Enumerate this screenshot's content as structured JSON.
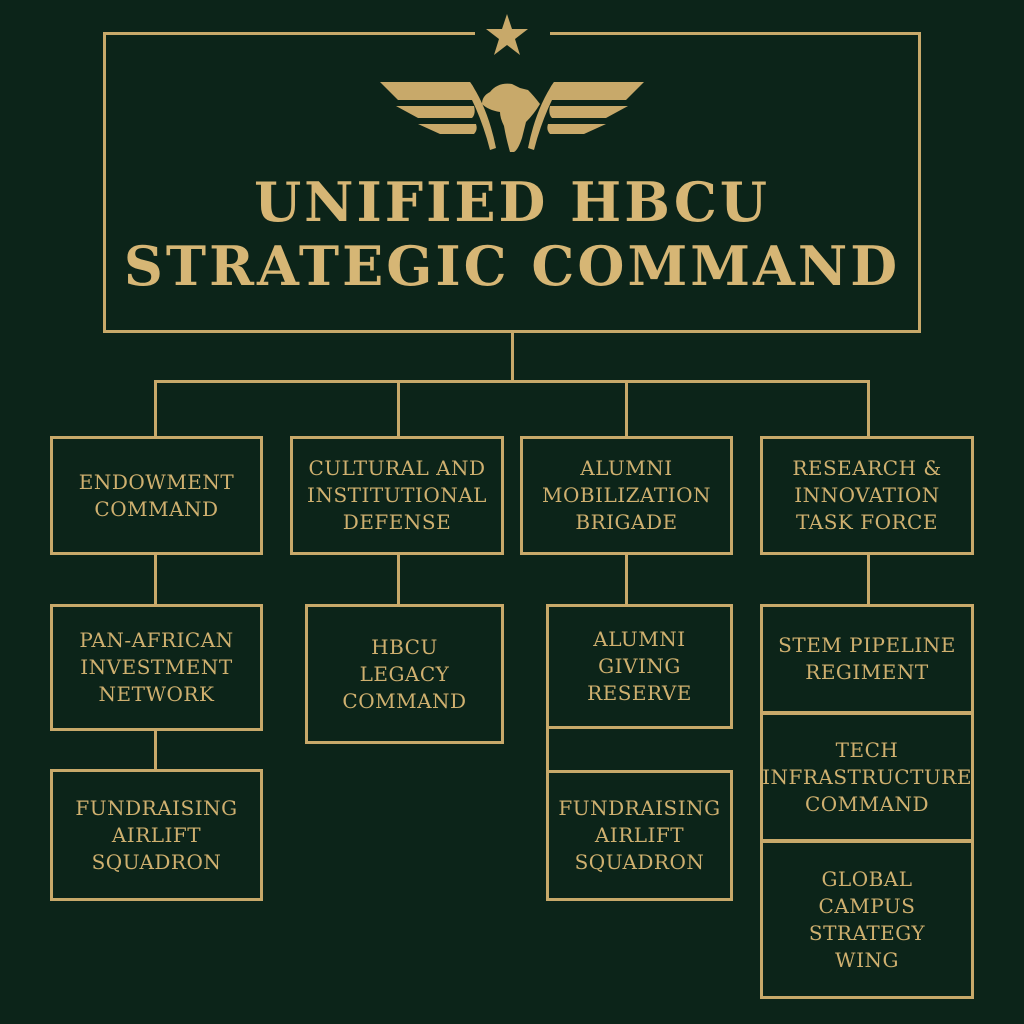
{
  "title": "UNIFIED HBCU\nSTRATEGIC COMMAND",
  "colors": {
    "background": "#0c2419",
    "gold": "#c8a96a"
  },
  "emblem": {
    "icons": [
      "star-icon",
      "winged-africa-icon"
    ]
  },
  "columns": [
    {
      "head": "ENDOWMENT\nCOMMAND",
      "subs": [
        "PAN-AFRICAN\nINVESTMENT\nNETWORK",
        "FUNDRAISING\nAIRLIFT\nSQUADRON"
      ]
    },
    {
      "head": "CULTURAL AND\nINSTITUTIONAL\nDEFENSE",
      "subs": [
        "HBCU\nLEGACY\nCOMMAND"
      ]
    },
    {
      "head": "ALUMNI\nMOBILIZATION\nBRIGADE",
      "subs": [
        "ALUMNI\nGIVING\nRESERVE",
        "FUNDRAISING\nAIRLIFT\nSQUADRON"
      ]
    },
    {
      "head": "RESEARCH &\nINNOVATION\nTASK FORCE",
      "subs": [
        "STEM PIPELINE\nREGIMENT",
        "TECH\nINFRASTRUCTURE\nCOMMAND",
        "GLOBAL\nCAMPUS\nSTRATEGY\nWING"
      ]
    }
  ]
}
